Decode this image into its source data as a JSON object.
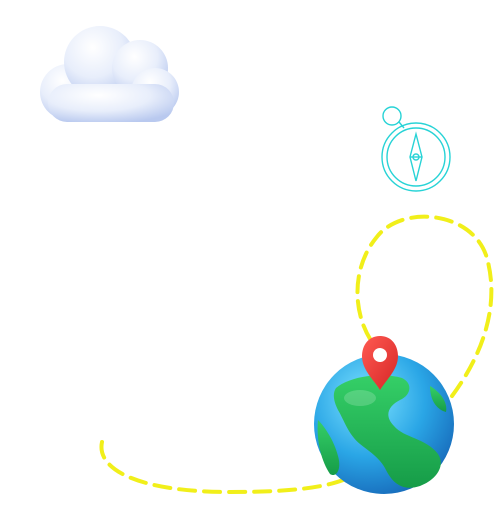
{
  "scene": {
    "elements": [
      {
        "name": "cloud",
        "kind": "3d-cloud-illustration"
      },
      {
        "name": "compass",
        "kind": "line-icon",
        "color": "#27d3d6"
      },
      {
        "name": "dashed-route",
        "kind": "path",
        "color": "#f1ef1a"
      },
      {
        "name": "globe",
        "kind": "3d-earth-illustration",
        "ocean": "#2aa6e6",
        "land": "#1fb457"
      },
      {
        "name": "location-pin",
        "kind": "map-marker",
        "color": "#ef3b3b"
      }
    ],
    "background": "#ffffff"
  }
}
